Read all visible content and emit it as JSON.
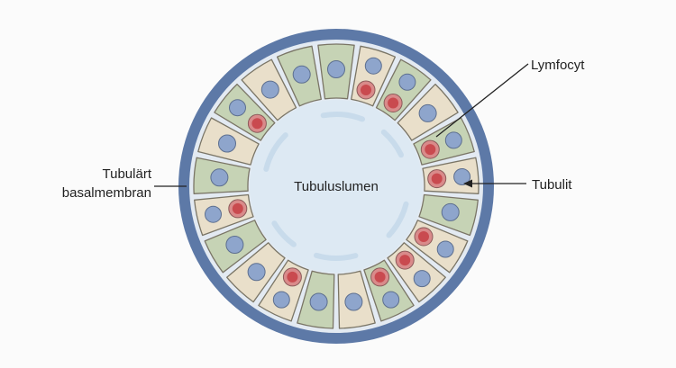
{
  "labels": {
    "lumen": "Tubuluslumen",
    "basement_line1": "Tubulärt",
    "basement_line2": "basalmembran",
    "lymphocyte": "Lymfocyt",
    "tubulitis": "Tubulit"
  },
  "colors": {
    "background": "#fbfbfb",
    "basement_membrane": "#5d79a7",
    "interstitial_ring": "#e3eaf2",
    "lumen_fill": "#dde9f3",
    "lumen_streak": "#c3d7e8",
    "cell_beige": "#e9dfca",
    "cell_green": "#c6d3b5",
    "cell_outline": "#7a7566",
    "nucleus": "#8ea5cc",
    "lymphocyte_outer": "#d98a8a",
    "lymphocyte_inner": "#c94a4f",
    "leader_line": "#222222"
  },
  "cells": [
    {
      "color": "green",
      "lymphocyte": false
    },
    {
      "color": "beige",
      "lymphocyte": true
    },
    {
      "color": "green",
      "lymphocyte": true
    },
    {
      "color": "beige",
      "lymphocyte": false
    },
    {
      "color": "green",
      "lymphocyte": true
    },
    {
      "color": "beige",
      "lymphocyte": true
    },
    {
      "color": "green",
      "lymphocyte": false
    },
    {
      "color": "beige",
      "lymphocyte": true
    },
    {
      "color": "beige",
      "lymphocyte": true
    },
    {
      "color": "green",
      "lymphocyte": true
    },
    {
      "color": "beige",
      "lymphocyte": false
    },
    {
      "color": "green",
      "lymphocyte": false
    },
    {
      "color": "beige",
      "lymphocyte": true
    },
    {
      "color": "beige",
      "lymphocyte": false
    },
    {
      "color": "green",
      "lymphocyte": false
    },
    {
      "color": "beige",
      "lymphocyte": true
    },
    {
      "color": "green",
      "lymphocyte": false
    },
    {
      "color": "beige",
      "lymphocyte": false
    },
    {
      "color": "green",
      "lymphocyte": true
    },
    {
      "color": "beige",
      "lymphocyte": false
    },
    {
      "color": "green",
      "lymphocyte": false
    }
  ]
}
